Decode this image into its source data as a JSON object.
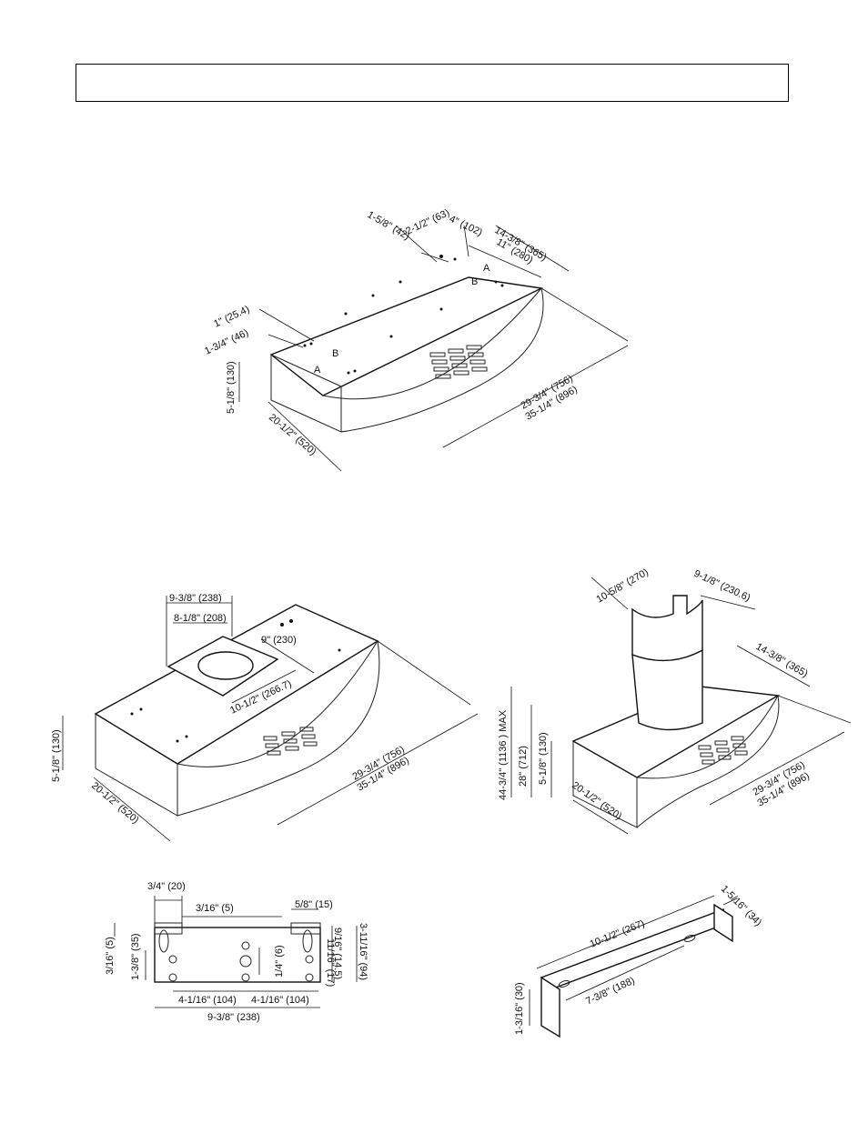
{
  "figures": {
    "top_view": {
      "dims": {
        "d1": "1-5/8\" (42)",
        "d2": "2-1/2\" (63)",
        "d3": "4\" (102)",
        "d4": "14-3/8\" (365)",
        "d5": "11\" (280)",
        "d6": "1\" (25.4)",
        "d7": "1-3/4\" (46)",
        "d8": "5-1/8\" (130)",
        "d9": "20-1/2\" (520)",
        "d10": "29-3/4\" (756)",
        "d11": "35-1/4\" (896)"
      },
      "labels": {
        "a1": "A",
        "b1": "B",
        "a2": "A",
        "b2": "B"
      }
    },
    "adapter_view": {
      "dims": {
        "d1": "9-3/8\" (238)",
        "d2": "8-1/8\" (208)",
        "d3": "9\" (230)",
        "d4": "10-1/2\" (266.7)",
        "d5": "5-1/8\" (130)",
        "d6": "20-1/2\" (520)",
        "d7": "29-3/4\" (756)",
        "d8": "35-1/4\" (896)"
      }
    },
    "chimney_view": {
      "dims": {
        "d1": "10-5/8\" (270)",
        "d2": "9-1/8\" (230.6)",
        "d3": "14-3/8\" (365)",
        "d4": "44-3/4\" (1136 ) MAX",
        "d5": "28\" (712)",
        "d6": "5-1/8\" (130)",
        "d7": "20-1/2\" (520)",
        "d8": "29-3/4\" (756)",
        "d9": "35-1/4\" (896)"
      }
    },
    "bracket_plate": {
      "dims": {
        "d1": "3/4\" (20)",
        "d2": "3/16\" (5)",
        "d3": "5/8\" (15)",
        "d4": "3/16\" (5)",
        "d5": "1-3/8\" (35)",
        "d6": "1/4\" (6)",
        "d7": "9/16\" (14.5)",
        "d8": "11/16\" (17)",
        "d9": "3-11/16\" (94)",
        "d10": "4-1/16\" (104)",
        "d11": "4-1/16\" (104)",
        "d12": "9-3/8\" (238)"
      }
    },
    "bracket_bar": {
      "dims": {
        "d1": "10-1/2\" (267)",
        "d2": "1-5/16\" (34)",
        "d3": "7-3/8\" (188)",
        "d4": "1-3/16\" (30)"
      }
    }
  }
}
